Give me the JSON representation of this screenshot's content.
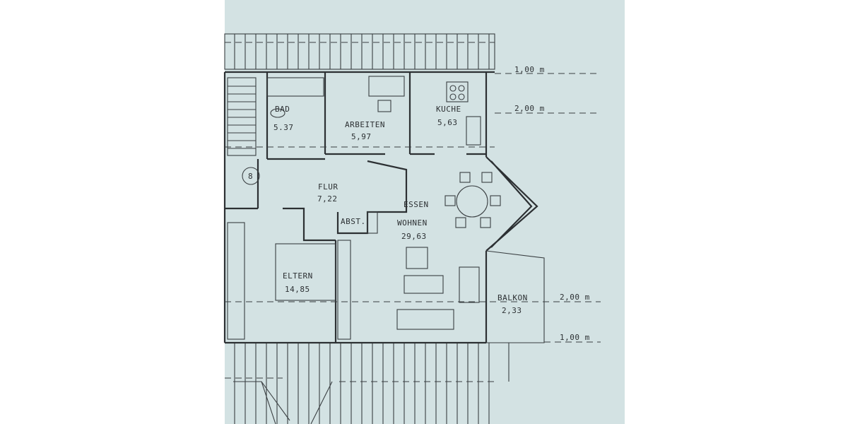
{
  "plan": {
    "paper_color": "#d3e2e3",
    "line_color": "#2c3033",
    "stair_number": "8",
    "rooms": [
      {
        "name": "BAD",
        "area": "5.37"
      },
      {
        "name": "ARBEITEN",
        "area": "5,97"
      },
      {
        "name": "KUCHE",
        "area": "5,63"
      },
      {
        "name": "FLUR",
        "area": "7,22"
      },
      {
        "name": "ABST.",
        "area": ""
      },
      {
        "name": "ESSEN",
        "area": ""
      },
      {
        "name": "WOHNEN",
        "area": "29,63"
      },
      {
        "name": "ELTERN",
        "area": "14,85"
      },
      {
        "name": "BALKON",
        "area": "2,33"
      }
    ],
    "levels": [
      "1,00 m",
      "2,00 m",
      "2,00 m",
      "1,00 m"
    ]
  }
}
